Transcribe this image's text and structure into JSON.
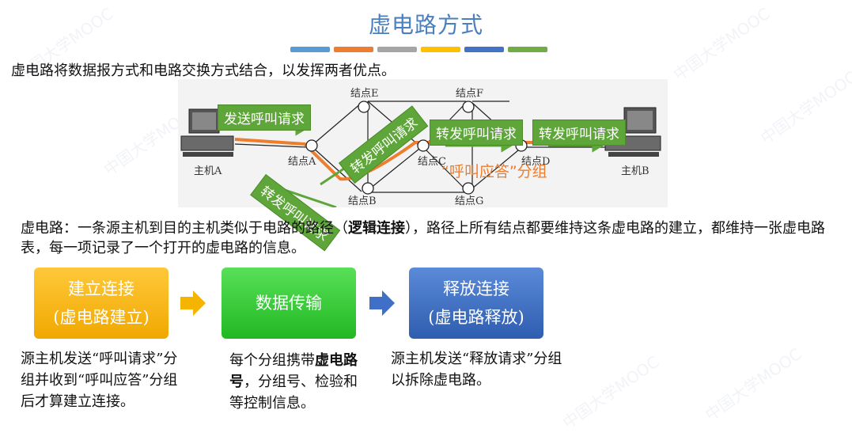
{
  "title": "虚电路方式",
  "color_bars": [
    "#5b9bd5",
    "#ed7d31",
    "#a5a5a5",
    "#ffc000",
    "#4472c4",
    "#70ad47"
  ],
  "intro": "虚电路将数据报方式和电路交换方式结合，以发挥两者优点。",
  "diagram": {
    "nodes": {
      "E": "结点E",
      "F": "结点F",
      "A": "结点A",
      "C": "结点C",
      "D": "结点D",
      "B": "结点B",
      "G": "结点G"
    },
    "hosts": {
      "a": "主机A",
      "b": "主机B"
    },
    "boxes": {
      "send": "发送呼叫请求",
      "fwd1": "转发呼叫请求",
      "fwd2": "转发呼叫请求",
      "fwd3": "转发呼叫请求",
      "fwd4": "转发呼叫请求"
    },
    "answer": "“呼叫应答”分组"
  },
  "vc_def": {
    "p1": "虚电路：一条源主机到目的主机类似于电路的路径（",
    "bold": "逻辑连接",
    "p2": "），路径上所有结点都要维持这条虚电路的建立，都维持一张虚电路表，每一项记录了一个打开的虚电路的信息。"
  },
  "phases": [
    {
      "line1": "建立连接",
      "line2": "(虚电路建立)",
      "color": "#f5b400"
    },
    {
      "line1": "数据传输",
      "line2": "",
      "color": "#3ec83e"
    },
    {
      "line1": "释放连接",
      "line2": "(虚电路释放)",
      "color": "#3f6fc6"
    }
  ],
  "desc1": "源主机发送“呼叫请求”分组并收到“呼叫应答”分组后才算建立连接。",
  "desc2": {
    "a": "每个分组携带",
    "bold": "虚电路号",
    "b": "，分组号、检验和等控制信息。"
  },
  "desc3": "源主机发送“释放请求”分组以拆除虚电路。",
  "watermark": "中国大学MOOC"
}
